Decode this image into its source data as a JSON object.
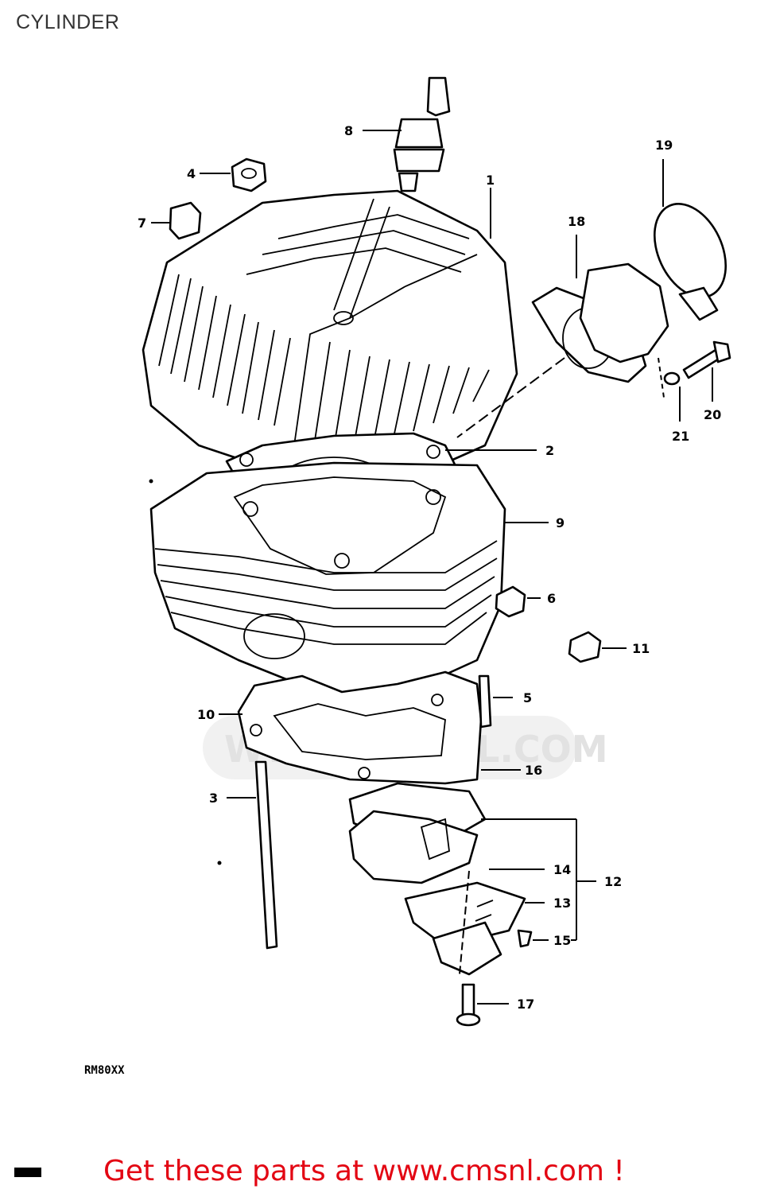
{
  "title": "CYLINDER",
  "model_code": "RM80XX",
  "footer_text": "Get these parts at www.cmsnl.com !",
  "watermark_text": "WWW.CMSNL.COM",
  "colors": {
    "footer": "#e30613",
    "line": "#000000",
    "watermark": "#e2e2e2",
    "title": "#333333"
  },
  "callouts": [
    {
      "id": "1",
      "label": "1"
    },
    {
      "id": "2",
      "label": "2"
    },
    {
      "id": "3",
      "label": "3"
    },
    {
      "id": "4",
      "label": "4"
    },
    {
      "id": "5",
      "label": "5"
    },
    {
      "id": "6",
      "label": "6"
    },
    {
      "id": "7",
      "label": "7"
    },
    {
      "id": "8",
      "label": "8"
    },
    {
      "id": "9",
      "label": "9"
    },
    {
      "id": "10",
      "label": "10"
    },
    {
      "id": "11",
      "label": "11"
    },
    {
      "id": "12",
      "label": "12"
    },
    {
      "id": "13",
      "label": "13"
    },
    {
      "id": "14",
      "label": "14"
    },
    {
      "id": "15",
      "label": "15"
    },
    {
      "id": "16",
      "label": "16"
    },
    {
      "id": "17",
      "label": "17"
    },
    {
      "id": "18",
      "label": "18"
    },
    {
      "id": "19",
      "label": "19"
    },
    {
      "id": "20",
      "label": "20"
    },
    {
      "id": "21",
      "label": "21"
    }
  ]
}
